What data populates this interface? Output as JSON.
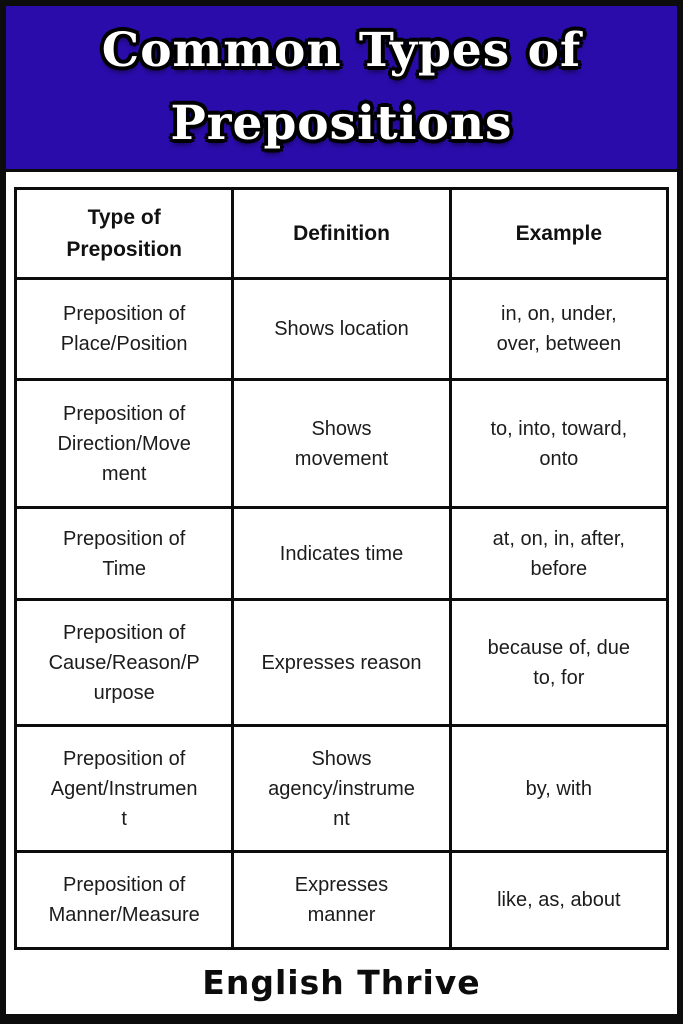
{
  "banner": {
    "title": "Common Types of\nPrepositions",
    "bg_color": "#2a0caa",
    "text_color": "#ffffff"
  },
  "table": {
    "columns": [
      "Type of\nPreposition",
      "Definition",
      "Example"
    ],
    "rows": [
      {
        "type": "Preposition of\nPlace/Position",
        "definition": "Shows location",
        "example": "in, on, under,\nover, between"
      },
      {
        "type": "Preposition of\nDirection/Move\nment",
        "definition": "Shows\nmovement",
        "example": "to, into, toward,\nonto"
      },
      {
        "type": "Preposition of\nTime",
        "definition": "Indicates time",
        "example": "at, on, in, after,\nbefore"
      },
      {
        "type": "Preposition of\nCause/Reason/P\nurpose",
        "definition": "Expresses reason",
        "example": "because of, due\nto, for"
      },
      {
        "type": "Preposition of\nAgent/Instrumen\nt",
        "definition": "Shows\nagency/instrume\nnt",
        "example": "by, with"
      },
      {
        "type": "Preposition of\nManner/Measure",
        "definition": "Expresses\nmanner",
        "example": "like, as, about"
      }
    ]
  },
  "footer": {
    "brand": "English Thrive"
  },
  "colors": {
    "border": "#0c0c0c",
    "text": "#1c1c1c",
    "header_bg": "#2a0caa"
  }
}
